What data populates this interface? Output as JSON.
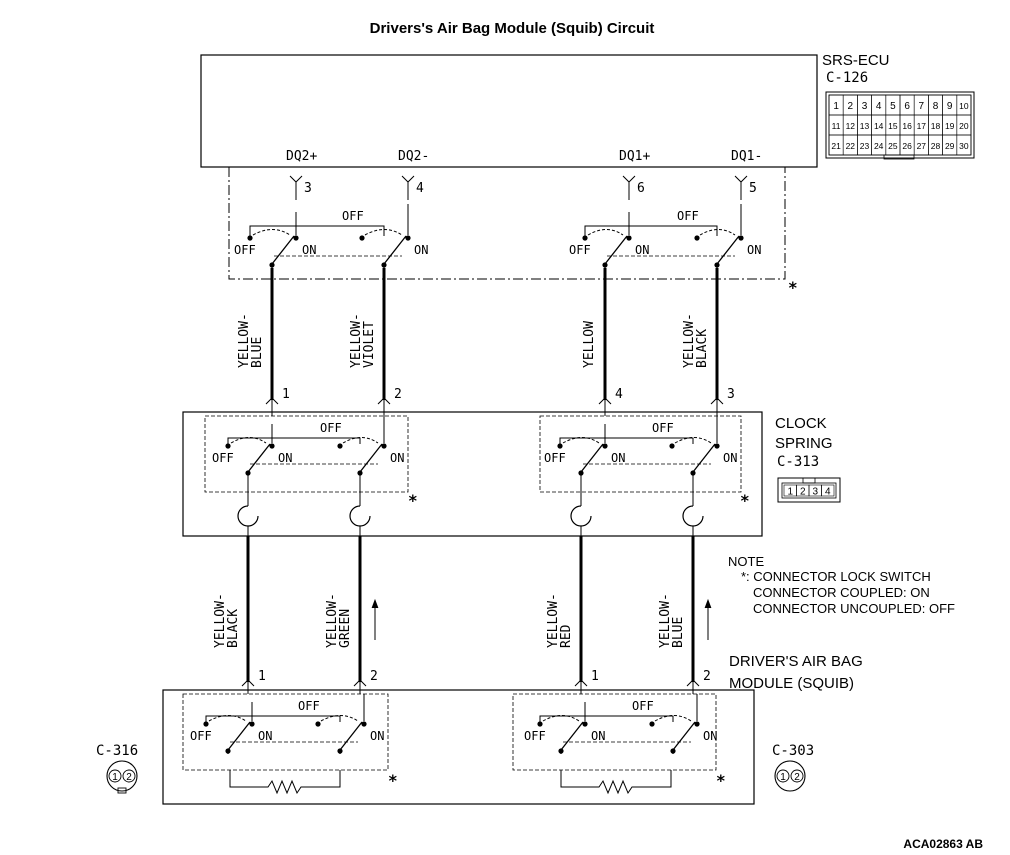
{
  "title": "Drivers's Air Bag Module (Squib) Circuit",
  "ecu": {
    "name": "SRS-ECU",
    "connector": "C-126",
    "pins": [
      "1",
      "2",
      "3",
      "4",
      "5",
      "6",
      "7",
      "8",
      "9",
      "10",
      "11",
      "12",
      "13",
      "14",
      "15",
      "16",
      "17",
      "18",
      "19",
      "20",
      "21",
      "22",
      "23",
      "24",
      "25",
      "26",
      "27",
      "28",
      "29",
      "30"
    ],
    "terminals": [
      {
        "signal": "DQ2+",
        "pin": "3"
      },
      {
        "signal": "DQ2-",
        "pin": "4"
      },
      {
        "signal": "DQ1+",
        "pin": "6"
      },
      {
        "signal": "DQ1-",
        "pin": "5"
      }
    ]
  },
  "upper_wires": [
    {
      "color": [
        "YELLOW-",
        "BLUE"
      ],
      "pin": "1"
    },
    {
      "color": [
        "YELLOW-",
        "VIOLET"
      ],
      "pin": "2"
    },
    {
      "color": [
        "YELLOW"
      ],
      "pin": "4"
    },
    {
      "color": [
        "YELLOW-",
        "BLACK"
      ],
      "pin": "3"
    }
  ],
  "clock_spring": {
    "name": [
      "CLOCK",
      "SPRING"
    ],
    "connector": "C-313",
    "pins": [
      "1",
      "2",
      "3",
      "4"
    ]
  },
  "lower_wires": [
    {
      "color": [
        "YELLOW-",
        "BLACK"
      ],
      "pin": "1"
    },
    {
      "color": [
        "YELLOW-",
        "GREEN"
      ],
      "pin": "2"
    },
    {
      "color": [
        "YELLOW-",
        "RED"
      ],
      "pin": "1"
    },
    {
      "color": [
        "YELLOW-",
        "BLUE"
      ],
      "pin": "2"
    }
  ],
  "switch": {
    "off": "OFF",
    "on": "ON",
    "mark": "*"
  },
  "note": {
    "heading": "NOTE",
    "lines": [
      "*: CONNECTOR LOCK SWITCH",
      "CONNECTOR COUPLED: ON",
      "CONNECTOR UNCOUPLED: OFF"
    ]
  },
  "module": {
    "name": [
      "DRIVER'S AIR BAG",
      "MODULE (SQUIB)"
    ]
  },
  "connector_left": {
    "id": "C-316",
    "pins": [
      "1",
      "2"
    ]
  },
  "connector_right": {
    "id": "C-303",
    "pins": [
      "1",
      "2"
    ]
  },
  "footer_code": "ACA02863 AB"
}
